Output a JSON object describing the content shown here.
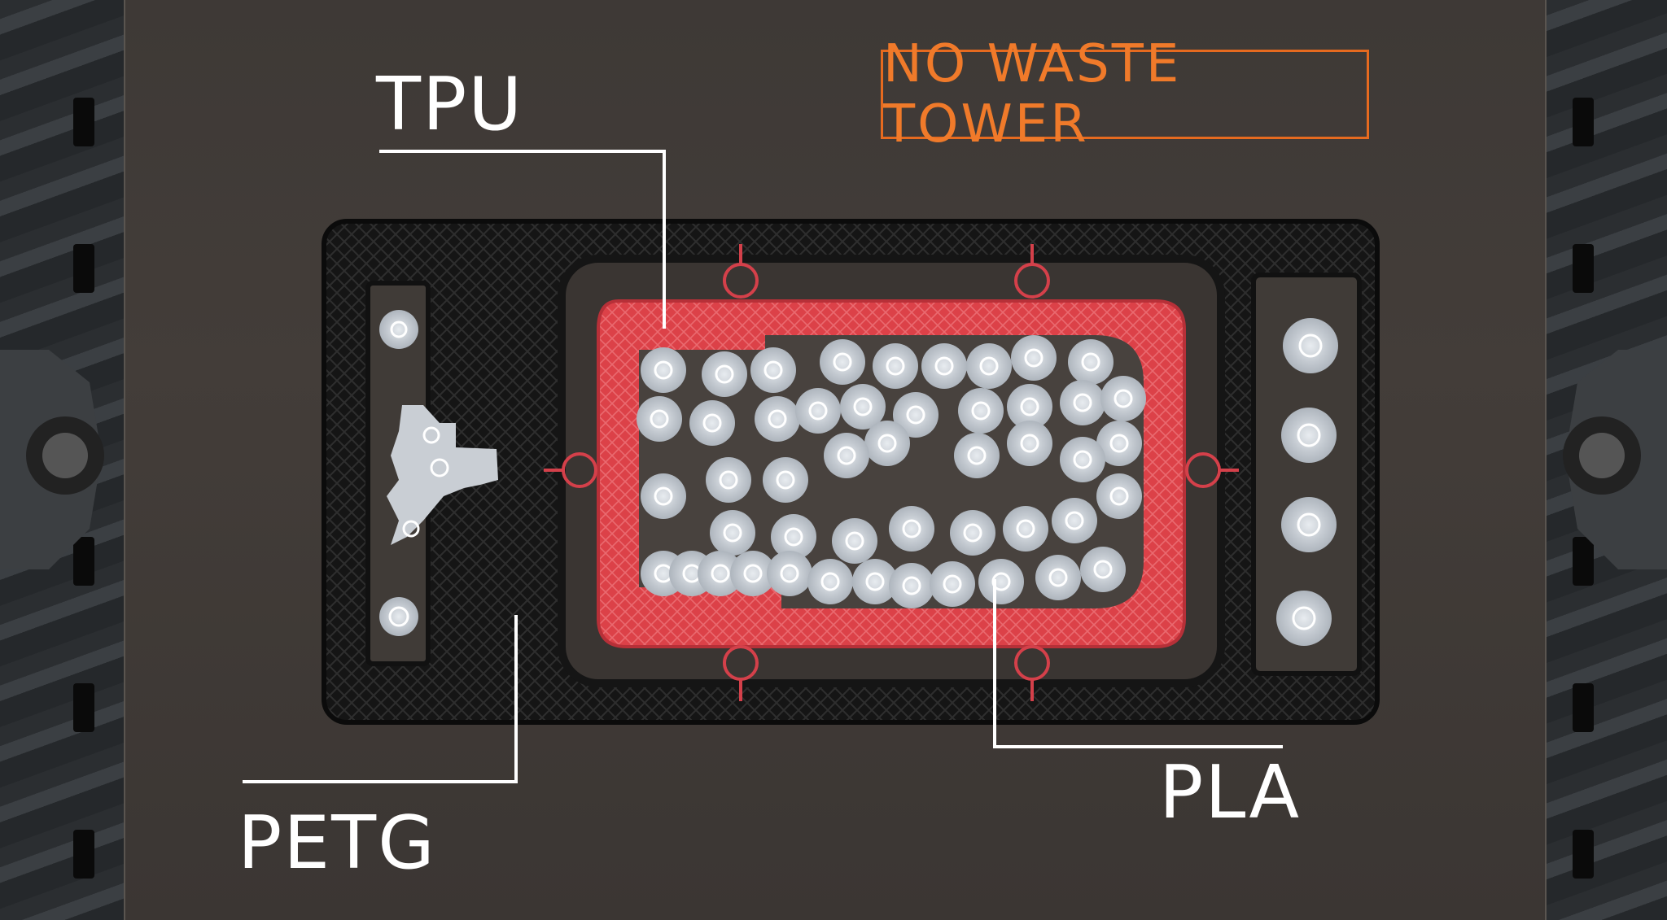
{
  "banner": {
    "text": "NO WASTE TOWER",
    "color": "#f07a2a"
  },
  "labels": {
    "tpu": "TPU",
    "petg": "PETG",
    "pla": "PLA"
  },
  "colors": {
    "bed": "#433d39",
    "petg_frame": "#151515",
    "tpu_frame": "#e0474f",
    "pla": "#c9cfd6",
    "accent_line": "#ffffff"
  }
}
